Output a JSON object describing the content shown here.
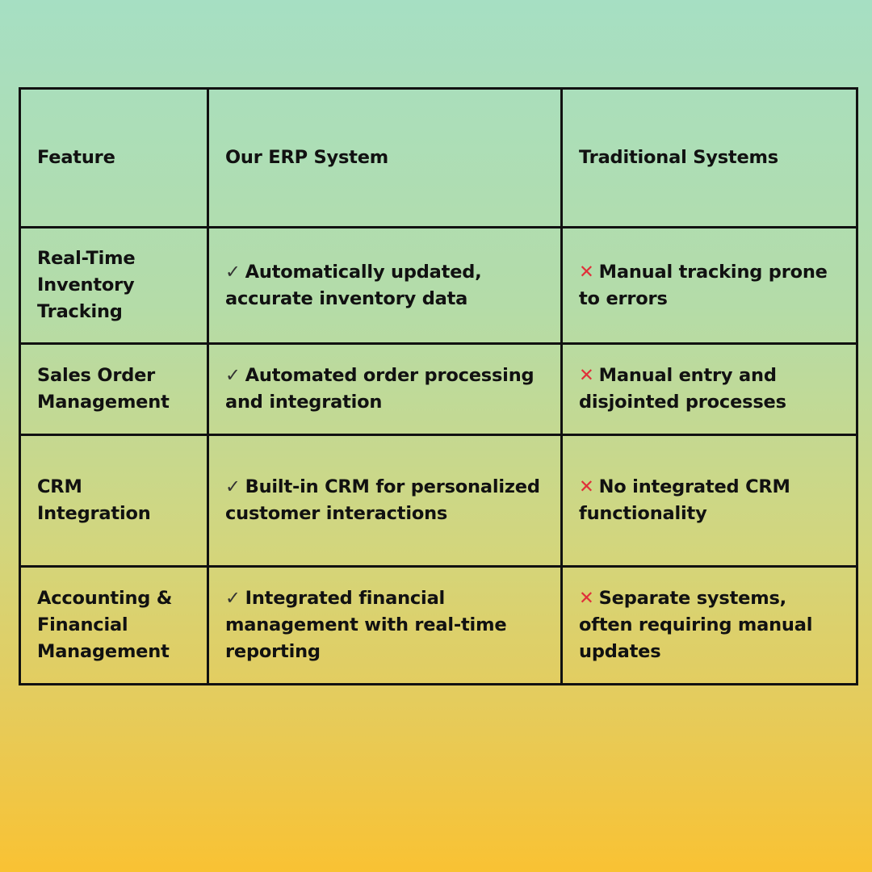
{
  "table": {
    "headers": {
      "feature": "Feature",
      "ours": "Our ERP System",
      "traditional": "Traditional Systems"
    },
    "rows": [
      {
        "feature": "Real-Time Inventory Tracking",
        "ours": "Automatically updated, accurate inventory data",
        "traditional": "Manual tracking prone to errors"
      },
      {
        "feature": "Sales Order Management",
        "ours": "Automated order processing and integration",
        "traditional": "Manual entry and disjointed processes"
      },
      {
        "feature": "CRM Integration",
        "ours": "Built-in CRM for personalized customer interactions",
        "traditional": "No integrated CRM functionality"
      },
      {
        "feature": "Accounting & Financial Management",
        "ours": "Integrated financial management with real-time reporting",
        "traditional": "Separate systems, often requiring manual updates"
      }
    ]
  },
  "icons": {
    "check_glyph": "✓",
    "cross_glyph": "✕",
    "check_color": "#333333",
    "cross_color": "#e0303a"
  },
  "colors": {
    "gradient_top": "#a6dfc3",
    "gradient_bottom": "#f9c233",
    "border": "#111111"
  }
}
